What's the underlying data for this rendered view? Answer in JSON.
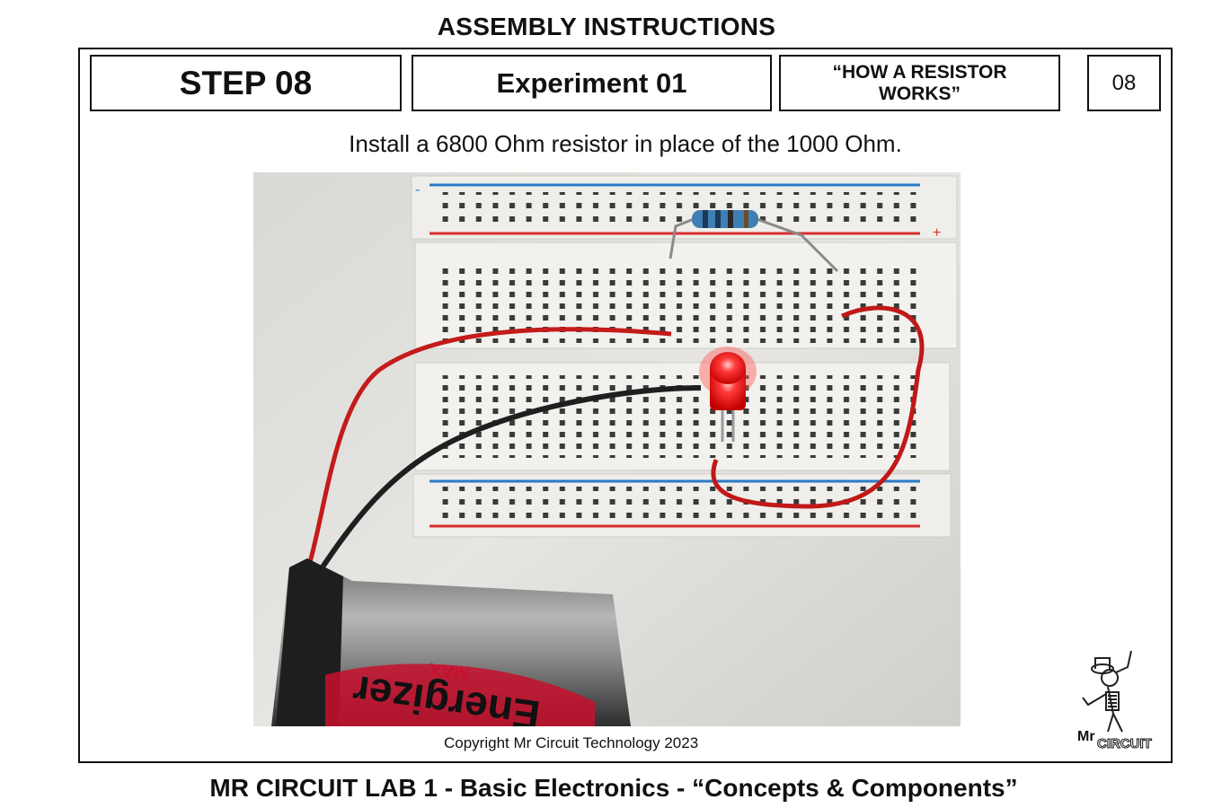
{
  "header": {
    "title": "ASSEMBLY INSTRUCTIONS"
  },
  "step_bar": {
    "step": "STEP 08",
    "experiment": "Experiment 01",
    "experiment_title": "“HOW A RESISTOR WORKS”",
    "page_number": "08"
  },
  "instruction": "Install a 6800 Ohm resistor in place of the 1000 Ohm.",
  "photo": {
    "battery_brand": "Energizer",
    "battery_model": "MAX",
    "minus_sign": "-",
    "plus_sign": "+"
  },
  "copyright": "Copyright Mr Circuit Technology 2023",
  "logo": {
    "text_mr": "Mr",
    "text_circuit": "CIRCUIT"
  },
  "footer": {
    "title": "MR CIRCUIT LAB 1 - Basic Electronics - “Concepts & Components”"
  }
}
